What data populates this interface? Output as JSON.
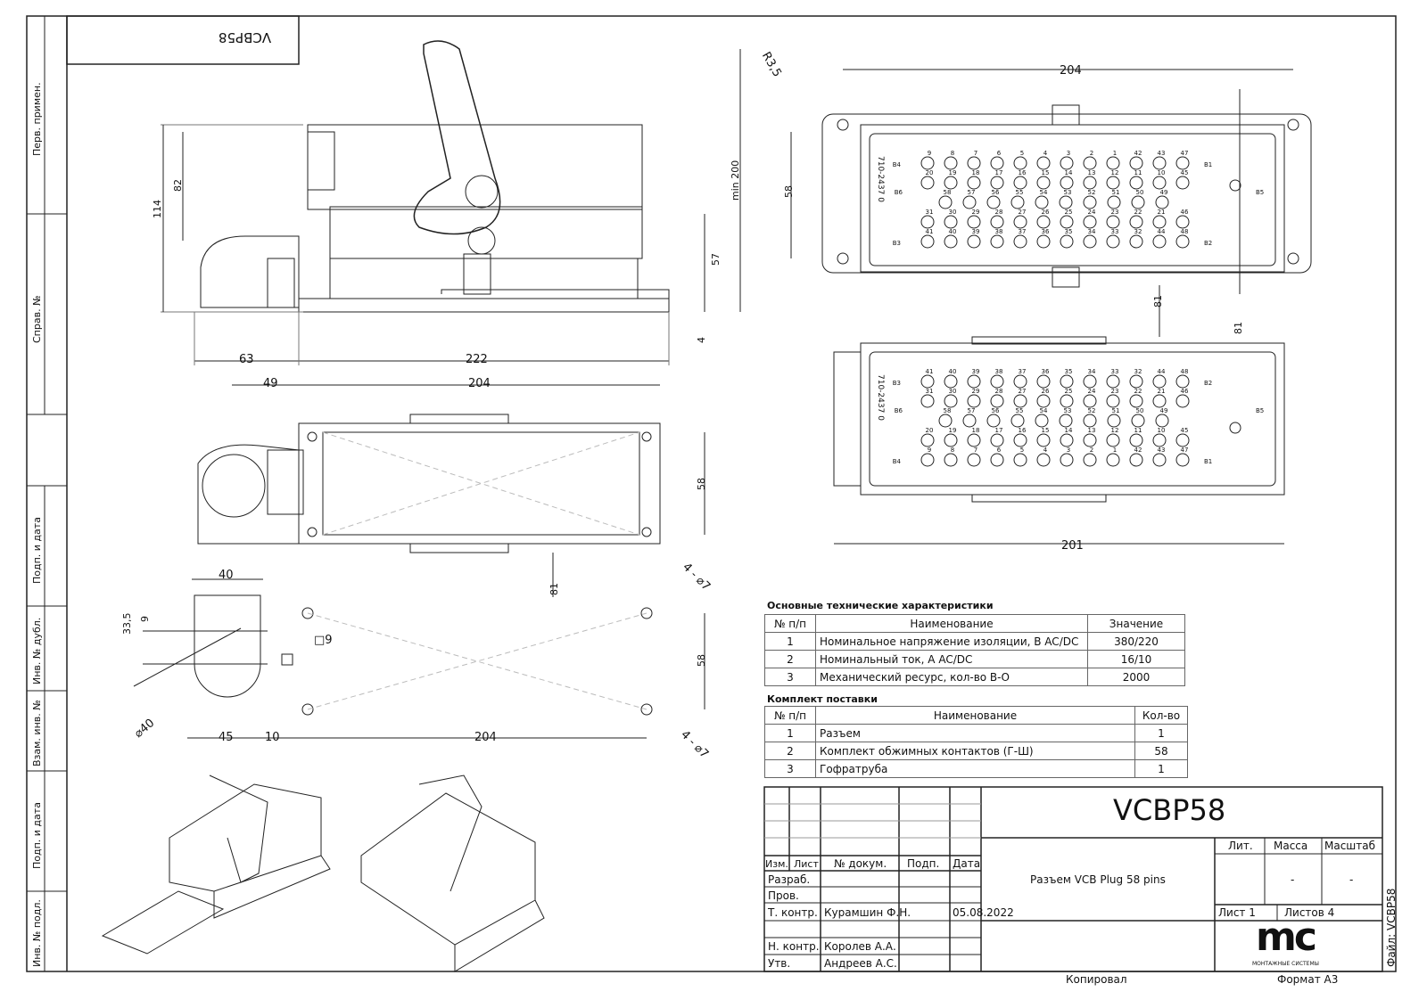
{
  "sheet": {
    "corner_code": "VCBP58",
    "side_labels": [
      "Перв. примен.",
      "Справ. №",
      "Подп. и дата",
      "Инв. № дубл.",
      "Взам. инв. №",
      "Подп. и дата",
      "Инв. № подл."
    ],
    "file_label": "Файл: VCBP58",
    "copied": "Копировал",
    "format": "Формат А3"
  },
  "dimensions": {
    "side_114": "114",
    "side_82": "82",
    "side_min200": "min 200",
    "side_57": "57",
    "side_4": "4",
    "side_63": "63",
    "side_222": "222",
    "top_49": "49",
    "top_204": "204",
    "top_58": "58",
    "top_81": "81",
    "top_holes": "4 - ⌀7",
    "cut_40": "40",
    "cut_33_5": "33,5",
    "cut_9": "9",
    "cut_sq9": "□9",
    "cut_d40": "⌀40",
    "cut_45": "45",
    "cut_10": "10",
    "cut_204": "204",
    "cut_58": "58",
    "cut_holes": "4 - ⌀7",
    "face_r35": "R3,5",
    "face_204": "204",
    "face_58": "58",
    "face_81a": "81",
    "face_81b": "81",
    "face2_201": "201",
    "part_code": "710-2437 0"
  },
  "pins": {
    "rows": [
      [
        "9",
        "8",
        "7",
        "6",
        "5",
        "4",
        "3",
        "2",
        "1",
        "42",
        "43",
        "47"
      ],
      [
        "20",
        "19",
        "18",
        "17",
        "16",
        "15",
        "14",
        "13",
        "12",
        "11",
        "10",
        "45"
      ],
      [
        "58",
        "57",
        "56",
        "55",
        "54",
        "53",
        "52",
        "51",
        "50",
        "49"
      ],
      [
        "31",
        "30",
        "29",
        "28",
        "27",
        "26",
        "25",
        "24",
        "23",
        "22",
        "21",
        "46"
      ],
      [
        "41",
        "40",
        "39",
        "38",
        "37",
        "36",
        "35",
        "34",
        "33",
        "32",
        "44",
        "48"
      ]
    ],
    "specials": [
      "B1",
      "B2",
      "B3",
      "B4",
      "B5",
      "B6"
    ]
  },
  "tech_table": {
    "title": "Основные технические характеристики",
    "headers": [
      "№ п/п",
      "Наименование",
      "Значение"
    ],
    "rows": [
      [
        "1",
        "Номинальное напряжение изоляции, В AC/DC",
        "380/220"
      ],
      [
        "2",
        "Номинальный ток, А AC/DC",
        "16/10"
      ],
      [
        "3",
        "Механический ресурс, кол-во В-О",
        "2000"
      ]
    ]
  },
  "kit_table": {
    "title": "Комплект поставки",
    "headers": [
      "№ п/п",
      "Наименование",
      "Кол-во"
    ],
    "rows": [
      [
        "1",
        "Разъем",
        "1"
      ],
      [
        "2",
        "Комплект обжимных контактов (Г-Ш)",
        "58"
      ],
      [
        "3",
        "Гофратруба",
        "1"
      ]
    ]
  },
  "title_block": {
    "designation": "VCBP58",
    "name": "Разъем VCB Plug 58 pins",
    "col_headers": [
      "Изм.",
      "Лист",
      "№ докум.",
      "Подп.",
      "Дата"
    ],
    "roles": [
      "Разраб.",
      "Пров.",
      "Т. контр.",
      "",
      "Н. контр.",
      "Утв."
    ],
    "people": [
      "",
      "",
      "Курамшин Ф.Н.",
      "",
      "Королев А.А.",
      "Андреев А.С."
    ],
    "date": "05.08.2022",
    "lit": "Лит.",
    "mass": "Масса",
    "scale": "Масштаб",
    "mass_value": "-",
    "scale_value": "-",
    "sheet": "Лист 1",
    "sheets": "Листов 4",
    "logo_text": "mc",
    "logo_sub": "МОНТАЖНЫЕ СИСТЕМЫ"
  }
}
